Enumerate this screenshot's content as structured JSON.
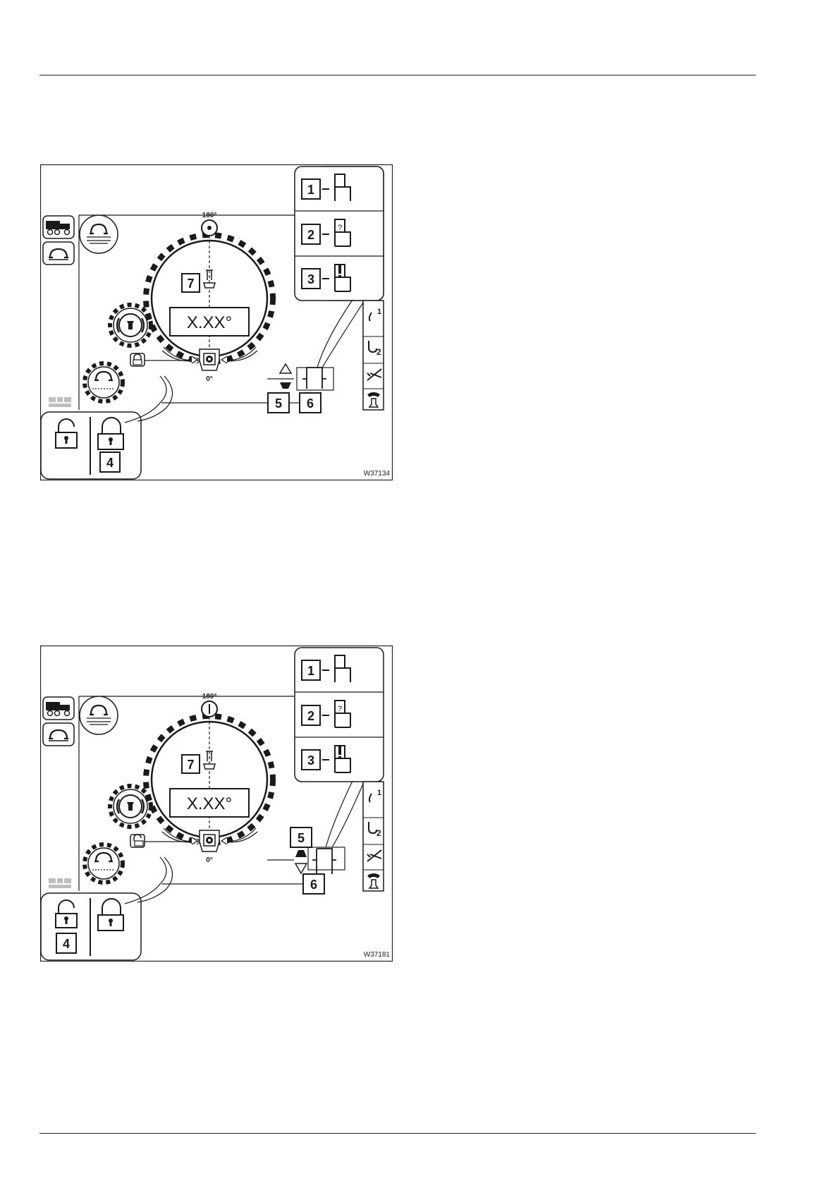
{
  "figures": [
    {
      "id_text": "W37134",
      "angle_text": "X.XX°",
      "deg_top": "180°",
      "deg_bottom": "0°",
      "callouts": {
        "c1": "1",
        "c2": "2",
        "c3": "3",
        "c4": "4",
        "c5": "5",
        "c6": "6",
        "c7": "7"
      },
      "lock_state": "locked",
      "arrow_filled": "down"
    },
    {
      "id_text": "W37181",
      "angle_text": "X.XX°",
      "deg_top": "180°",
      "deg_bottom": "0°",
      "callouts": {
        "c1": "1",
        "c2": "2",
        "c3": "3",
        "c4": "4",
        "c5": "5",
        "c6": "6",
        "c7": "7"
      },
      "lock_state": "unlocked",
      "arrow_filled": "up"
    }
  ],
  "icons": [
    "crane-carrier-icon",
    "slewing-icon",
    "slewing-brake-icon",
    "slewing-gear-icon",
    "lock-icon",
    "hook-1-icon",
    "hook-2-icon",
    "luffing-jib-icon",
    "radio-control-icon",
    "warning-icon",
    "question-icon"
  ]
}
